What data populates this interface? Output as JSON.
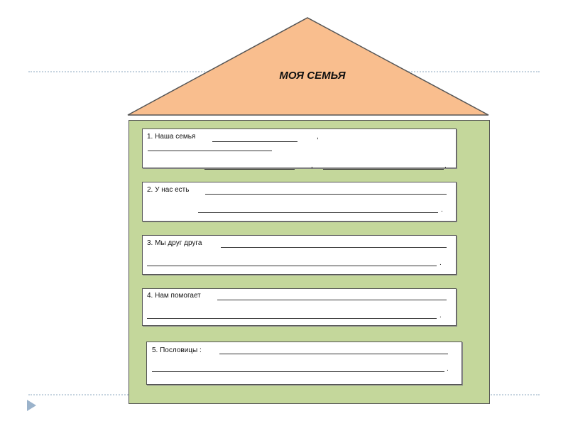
{
  "title": "МОЯ СЕМЬЯ",
  "colors": {
    "roof": "#f9be8e",
    "walls": "#c4d79b",
    "accent": "#9bb3cb"
  },
  "items": [
    {
      "label": "1. Наша семья",
      "sep1": ",",
      "sep2": ",",
      "end": "."
    },
    {
      "label": "2. У нас есть",
      "end": "."
    },
    {
      "label": "3. Мы друг друга",
      "end": "."
    },
    {
      "label": "4. Нам помогает",
      "end": "."
    },
    {
      "label": "5. Пословицы :",
      "end": "."
    }
  ],
  "nav_icon": "play-triangle-icon"
}
